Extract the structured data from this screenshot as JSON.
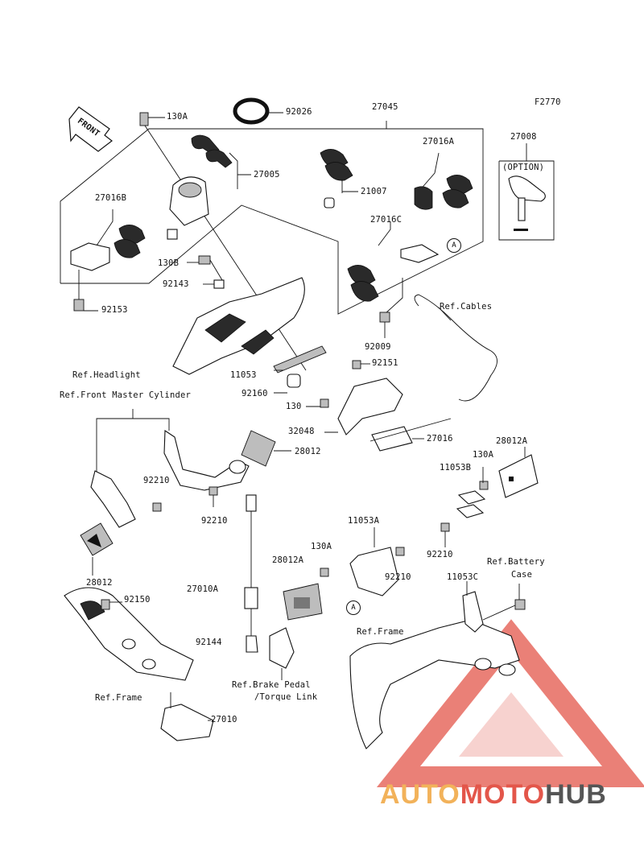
{
  "figure_code": "F2770",
  "front_label": "FRONT",
  "option_label": "(OPTION)",
  "callout_a": "A",
  "labels": {
    "l130a_top": "130A",
    "l92026": "92026",
    "l27045": "27045",
    "l27008": "27008",
    "l27005": "27005",
    "l27016a": "27016A",
    "l21007": "21007",
    "l27016b": "27016B",
    "l27016c": "27016C",
    "l130b": "130B",
    "l92143": "92143",
    "l92153": "92153",
    "l92009": "92009",
    "l_ref_cables": "Ref.Cables",
    "l92151": "92151",
    "l_ref_headlight": "Ref.Headlight",
    "l11053": "11053",
    "l92160": "92160",
    "l_ref_front_master": "Ref.Front Master Cylinder",
    "l130_mid": "130",
    "l32048": "32048",
    "l27016": "27016",
    "l28012_mid": "28012",
    "l130a_right": "130A",
    "l28012a_right": "28012A",
    "l11053b": "11053B",
    "l92210_left": "92210",
    "l92210_mid": "92210",
    "l92210_right": "92210",
    "l92210_center": "92210",
    "l11053a": "11053A",
    "l130a_center": "130A",
    "l28012a_center": "28012A",
    "l28012_left": "28012",
    "l92150": "92150",
    "l27010a": "27010A",
    "l_ref_battery_1": "Ref.Battery",
    "l_ref_battery_2": "Case",
    "l11053c": "11053C",
    "l_ref_frame_right": "Ref.Frame",
    "l92144": "92144",
    "l_ref_brake_1": "Ref.Brake Pedal",
    "l_ref_brake_2": "/Torque Link",
    "l_ref_frame_left": "Ref.Frame",
    "l27010": "27010"
  },
  "watermark": {
    "part1": "AUTO",
    "part2": "MOTO",
    "part3": "HUB"
  },
  "colors": {
    "watermark_red": "#e3564a",
    "watermark_orange": "#f2b25a",
    "watermark_grey": "#555555"
  }
}
